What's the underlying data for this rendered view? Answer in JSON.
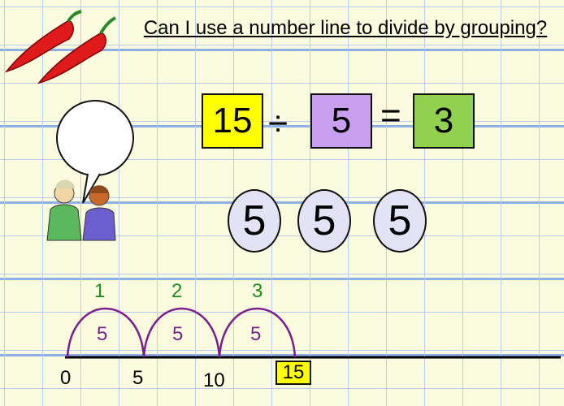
{
  "title": "Can I use a number line to divide by grouping?",
  "equation": {
    "dividend": "15",
    "divide_symbol": "÷",
    "divisor": "5",
    "equals_symbol": "=",
    "quotient": "3"
  },
  "groups": [
    "5",
    "5",
    "5"
  ],
  "number_line": {
    "ticks": [
      "0",
      "5",
      "10",
      "15"
    ],
    "jump_counts": [
      "1",
      "2",
      "3"
    ],
    "jump_sizes": [
      "5",
      "5",
      "5"
    ]
  },
  "colors": {
    "dividend_box": "#ffff00",
    "divisor_box": "#c9a0f0",
    "quotient_box": "#92d050",
    "jump_count": "#1e8a1e",
    "jump_arc": "#7a1f8c"
  },
  "icons": [
    "chili-peppers-icon",
    "speech-bubble-icon",
    "thinking-people-icon"
  ]
}
